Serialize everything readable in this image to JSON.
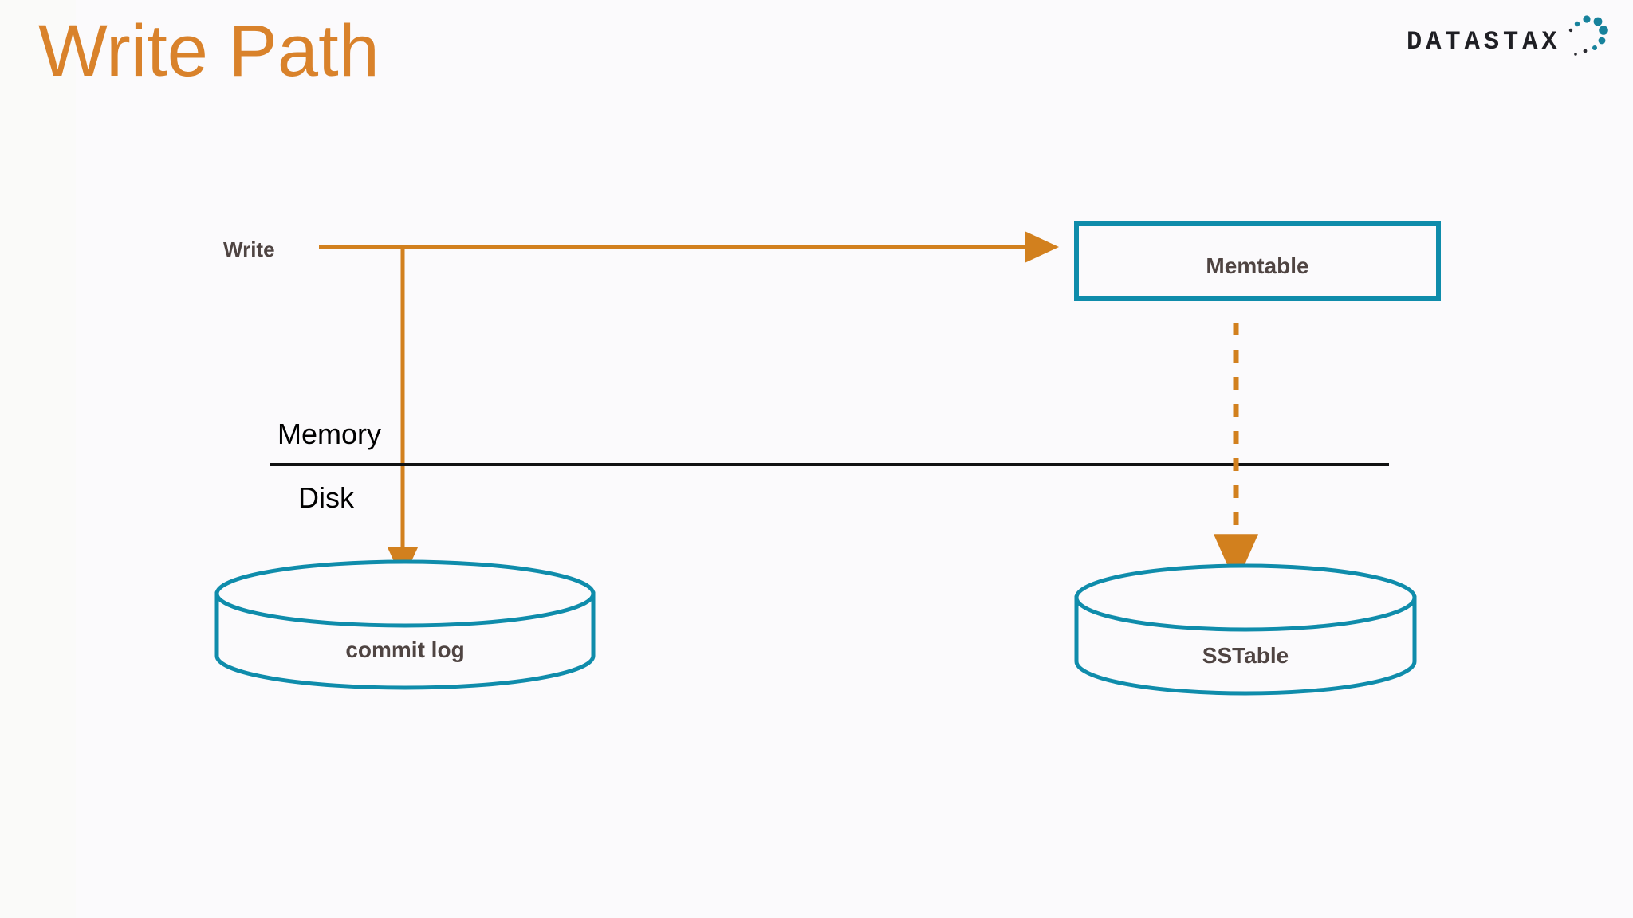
{
  "slide": {
    "title": "Write Path",
    "background_color": "#fafaf9",
    "title_color": "#d9822b"
  },
  "brand": {
    "logo_name": "datastax-logo",
    "wordmark": "DATASTAX",
    "wordmark_color": "#1f1f24",
    "dot_color": "#17829c"
  },
  "colors": {
    "accent_orange": "#d2801e",
    "accent_teal": "#0f8cab",
    "divider_black": "#111111",
    "node_text": "#4f4442"
  },
  "diagram": {
    "type": "flow",
    "entry_label": "Write",
    "memory_label": "Memory",
    "disk_label": "Disk",
    "nodes": [
      {
        "id": "memtable",
        "label": "Memtable",
        "shape": "rectangle",
        "region": "Memory"
      },
      {
        "id": "commitlog",
        "label": "commit log",
        "shape": "cylinder",
        "region": "Disk"
      },
      {
        "id": "sstable",
        "label": "SSTable",
        "shape": "cylinder",
        "region": "Disk"
      }
    ],
    "edges": [
      {
        "from": "Write",
        "to": "memtable",
        "style": "solid",
        "color": "#d2801e",
        "direction": "right"
      },
      {
        "from": "Write",
        "to": "commitlog",
        "style": "solid",
        "color": "#d2801e",
        "direction": "down"
      },
      {
        "from": "memtable",
        "to": "sstable",
        "style": "dashed",
        "color": "#d2801e",
        "direction": "down"
      }
    ]
  }
}
